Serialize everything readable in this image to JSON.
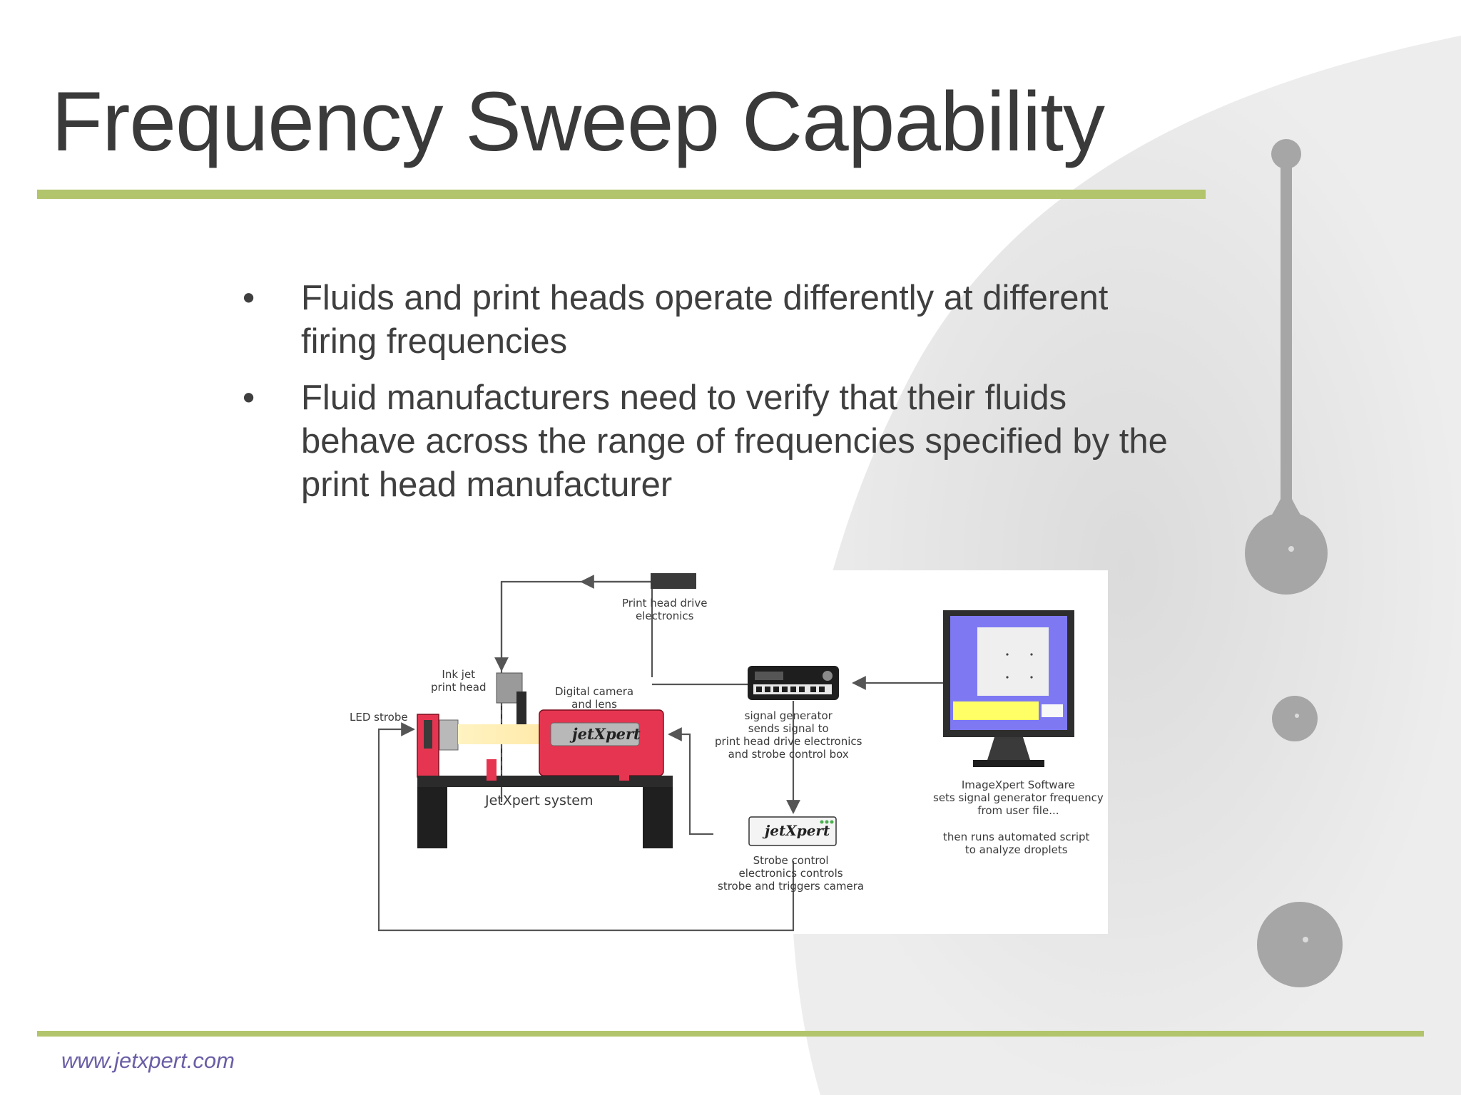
{
  "slide": {
    "title": "Frequency Sweep Capability",
    "bullets": [
      {
        "marker": "•",
        "text": "Fluids and print heads operate differently at different firing frequencies"
      },
      {
        "marker": "•",
        "text": "Fluid manufacturers need to verify that their fluids behave across the range of frequencies specified by the print head manufacturer"
      }
    ],
    "footer_url": "www.jetxpert.com"
  },
  "diagram": {
    "print_head_drive_label": [
      "Print head drive",
      "electronics"
    ],
    "ink_jet_label": [
      "Ink jet",
      "print head"
    ],
    "digital_camera_label": [
      "Digital camera",
      "and lens"
    ],
    "led_strobe_label": "LED strobe",
    "signal_generator_label": [
      "signal generator",
      "sends signal to",
      "print head drive electronics",
      "and strobe control box"
    ],
    "jetxpert_system_label": "JetXpert system",
    "strobe_control_label": [
      "Strobe control",
      "electronics controls",
      "strobe and triggers camera"
    ],
    "software_label": [
      "ImageXpert Software",
      "sets signal generator frequency",
      "from user file..."
    ],
    "software_label_2": [
      "then runs automated script",
      "to analyze droplets"
    ],
    "logo_text": "jetXpert",
    "colors": {
      "accent_rule": "#b2c46c",
      "jetxpert_red": "#e63550",
      "footer_link": "#6a5ea6",
      "monitor_screen": "#7e79f2",
      "connector_line": "#555555"
    }
  }
}
